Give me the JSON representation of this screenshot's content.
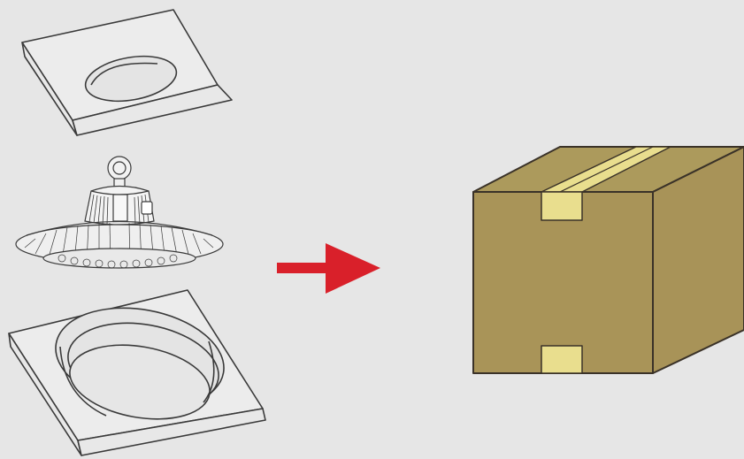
{
  "diagram": {
    "background": "#e6e6e6",
    "line_color": "#3a3a3a",
    "parts": [
      {
        "id": "top-foam-insert",
        "icon": "foam-lid-icon"
      },
      {
        "id": "highbay-light",
        "icon": "ufo-highbay-light-icon"
      },
      {
        "id": "bottom-foam-tray",
        "icon": "foam-tray-icon"
      }
    ],
    "arrow": {
      "icon": "right-arrow-icon",
      "color": "#d9202a"
    },
    "box": {
      "icon": "shipping-box-icon",
      "front_color": "#a99458",
      "side_color": "#a89358",
      "top_color": "#ac9a5c",
      "tape_color": "#e9de8e",
      "edge_color": "#3a3228"
    }
  }
}
